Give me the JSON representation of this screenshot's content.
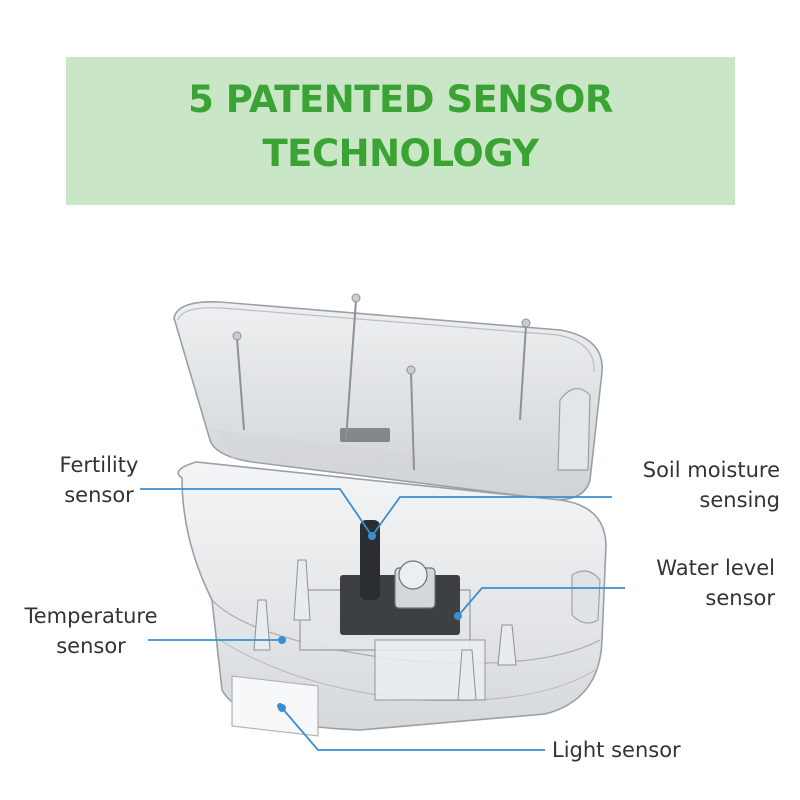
{
  "banner": {
    "title_line1": "5 PATENTED SENSOR",
    "title_line2": "TECHNOLOGY",
    "background_color": "#c9e7c7",
    "text_color": "#3aa334"
  },
  "labels": {
    "fertility_line1": "Fertility",
    "fertility_line2": "sensor",
    "soil_line1": "Soil moisture",
    "soil_line2": "sensing",
    "water_line1": "Water level",
    "water_line2": "sensor",
    "temperature_line1": "Temperature",
    "temperature_line2": "sensor",
    "light": "Light sensor"
  },
  "colors": {
    "callout_line": "#3b8fd1",
    "label_text": "#333333"
  }
}
